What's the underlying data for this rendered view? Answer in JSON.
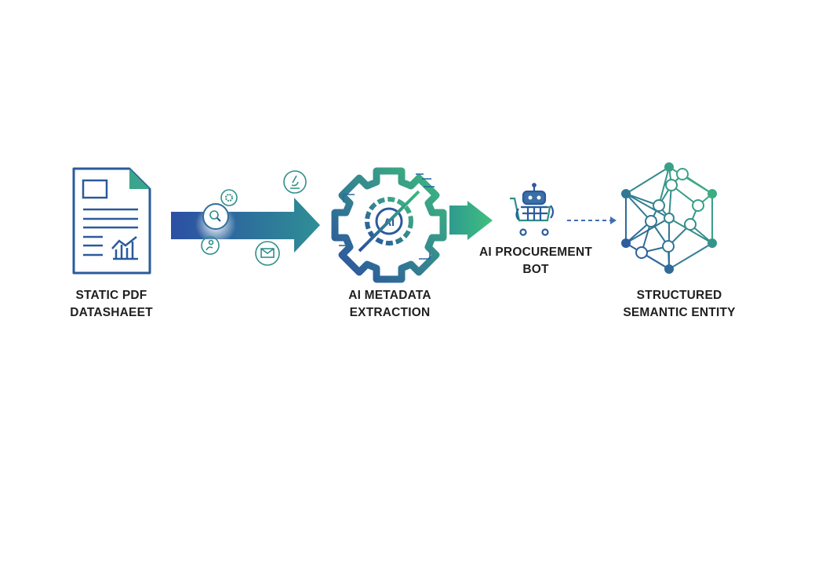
{
  "stages": [
    {
      "id": "pdf",
      "icon": "document-chart-icon",
      "label_lines": [
        "STATIC PDF",
        "DATASHAEET"
      ]
    },
    {
      "id": "extraction",
      "icon": "ai-gear-icon",
      "label_lines": [
        "AI METADATA",
        "EXTRACTION"
      ]
    },
    {
      "id": "bot",
      "icon": "robot-cart-icon",
      "label_lines": [
        "AI PROCUREMENT",
        "BOT"
      ]
    },
    {
      "id": "entity",
      "icon": "knowledge-graph-icon",
      "label_lines": [
        "STRUCTURED",
        "SEMANTIC ENTITY"
      ]
    }
  ],
  "gear_badge": "AI",
  "colors": {
    "blue": "#2b4fa0",
    "teal": "#2e9a8e",
    "green": "#3dbb7e",
    "text": "#1f1f1f"
  }
}
